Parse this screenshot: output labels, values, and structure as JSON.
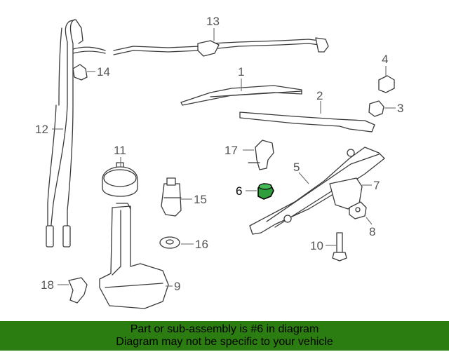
{
  "callouts": {
    "c1": "1",
    "c2": "2",
    "c3": "3",
    "c4": "4",
    "c5": "5",
    "c6": "6",
    "c7": "7",
    "c8": "8",
    "c9": "9",
    "c10": "10",
    "c11": "11",
    "c12": "12",
    "c13": "13",
    "c14": "14",
    "c15": "15",
    "c16": "16",
    "c17": "17",
    "c18": "18"
  },
  "highlight": {
    "part": "6",
    "color": "#2f9e3d"
  },
  "banner": {
    "line1": "Part or sub-assembly is #6 in diagram",
    "line2": "Diagram may not be specific to your vehicle",
    "color": "#2b7d12"
  }
}
